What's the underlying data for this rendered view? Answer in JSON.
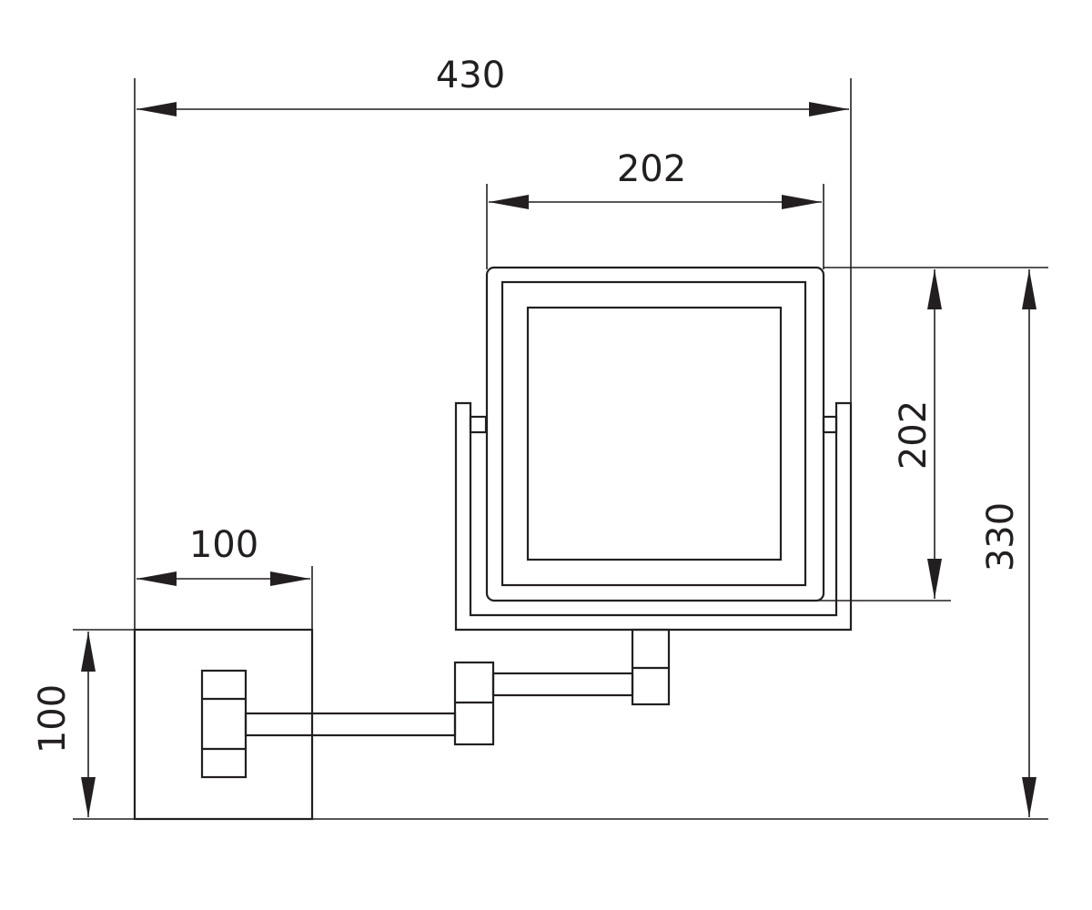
{
  "drawing": {
    "dimensions": {
      "total_width": "430",
      "mirror_width": "202",
      "mirror_height": "202",
      "total_height": "330",
      "base_width": "100",
      "base_height": "100"
    },
    "colors": {
      "line": "#231f20",
      "background": "#ffffff"
    }
  }
}
